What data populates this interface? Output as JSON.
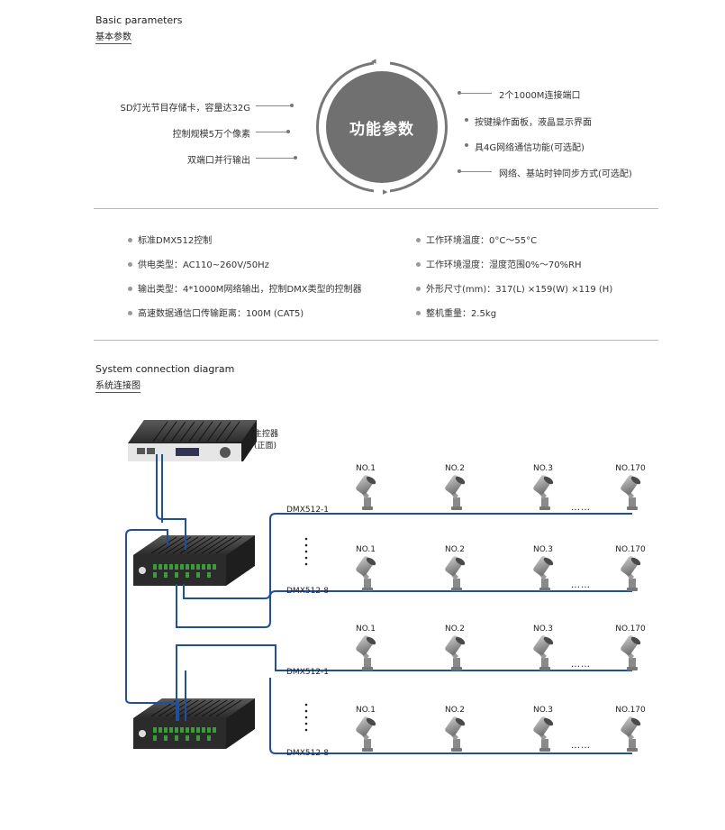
{
  "basic": {
    "title_en": "Basic parameters",
    "title_cn": "基本参数"
  },
  "center": {
    "label": "功能参数"
  },
  "left_features": [
    "SD灯光节目存储卡，容量达32G",
    "控制规模5万个像素",
    "双端口并行输出"
  ],
  "right_features": [
    "2个1000M连接端口",
    "按键操作面板，液晶显示界面",
    "具4G网络通信功能(可选配)",
    "网络、基站时钟同步方式(可选配)"
  ],
  "params_left": [
    "标准DMX512控制",
    "供电类型：AC110~260V/50Hz",
    "输出类型：4*1000M网络输出，控制DMX类型的控制器",
    "高速数据通信口传输距离：100M (CAT5)"
  ],
  "params_right": [
    "工作环境温度：0°C～55°C",
    "工作环境湿度：湿度范围0%～70%RH",
    "外形尺寸(mm)：317(L) ×159(W) ×119 (H)",
    "整机重量：2.5kg"
  ],
  "system": {
    "title_en": "System connection diagram",
    "title_cn": "系统连接图",
    "main_controller": [
      "主控器",
      "(正面)"
    ],
    "dmx_labels": [
      "DMX512-1",
      "DMX512-8",
      "DMX512-1",
      "DMX512-8"
    ],
    "lamp_labels": [
      "NO.1",
      "NO.2",
      "NO.3",
      "NO.170"
    ],
    "ellipsis": "……"
  },
  "colors": {
    "cable": "#1f4fa0",
    "circle": "#707070"
  }
}
